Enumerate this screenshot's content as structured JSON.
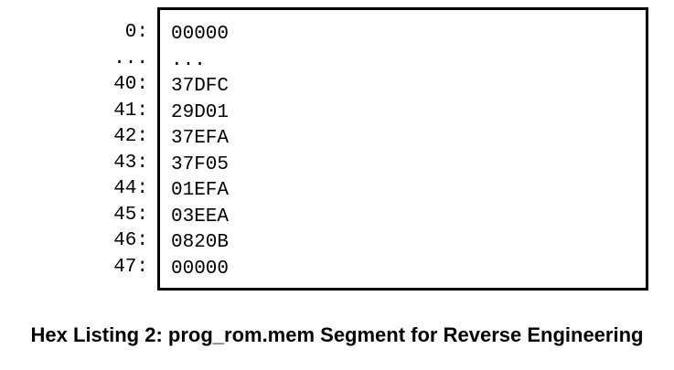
{
  "listing": {
    "addresses": [
      "0:",
      "...",
      "40:",
      "41:",
      "42:",
      "43:",
      "44:",
      "45:",
      "46:",
      "47:"
    ],
    "values": [
      "00000",
      "...",
      "37DFC",
      "29D01",
      "37EFA",
      "37F05",
      "01EFA",
      "03EEA",
      "0820B",
      "00000"
    ]
  },
  "caption": "Hex Listing 2: prog_rom.mem Segment for Reverse Engineering"
}
